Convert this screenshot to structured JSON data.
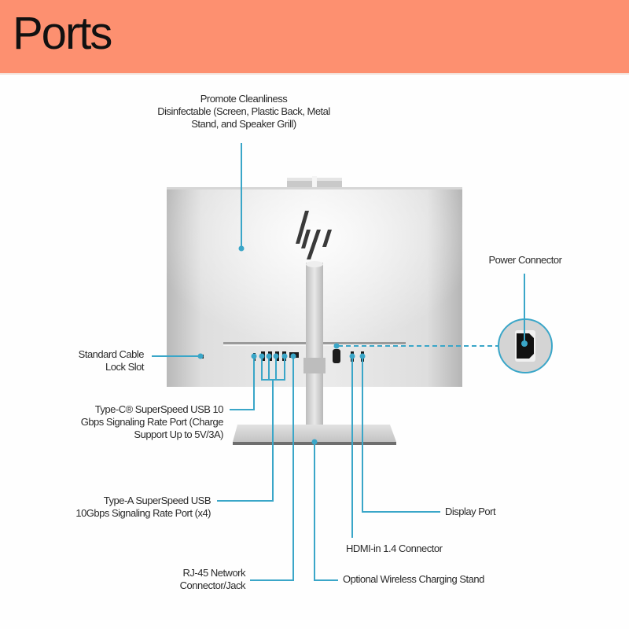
{
  "header": {
    "title": "Ports",
    "background_color": "#fd9070"
  },
  "accent_color": "#3aa6c8",
  "product": {
    "logo_text": "hp",
    "subject": "All-in-one PC rear view"
  },
  "callouts": [
    {
      "id": "cleanliness",
      "label": "Promote Cleanliness\nDisinfectable (Screen, Plastic Back, Metal\nStand, and Speaker Grill)"
    },
    {
      "id": "power",
      "label": "Power Connector"
    },
    {
      "id": "cable-lock",
      "label": "Standard Cable\nLock Slot"
    },
    {
      "id": "usb-c",
      "label": "Type-C® SuperSpeed USB 10\nGbps Signaling Rate Port (Charge\nSupport Up to 5V/3A)"
    },
    {
      "id": "usb-a",
      "label": "Type-A SuperSpeed USB\n10Gbps Signaling Rate Port (x4)"
    },
    {
      "id": "rj45",
      "label": "RJ-45 Network\nConnector/Jack"
    },
    {
      "id": "display-port",
      "label": "Display Port"
    },
    {
      "id": "hdmi-in",
      "label": "HDMI-in 1.4 Connector"
    },
    {
      "id": "wireless-stand",
      "label": "Optional Wireless Charging Stand"
    }
  ]
}
